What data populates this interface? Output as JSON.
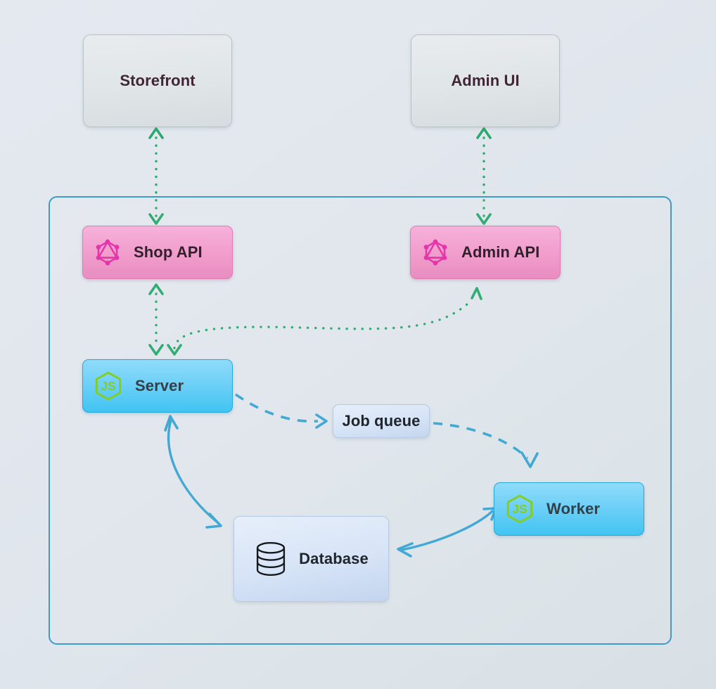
{
  "diagram": {
    "title": "Vendure architecture diagram",
    "background_color": "#e3e8ee",
    "container": {
      "name": "vendure-server-container",
      "border_color": "#3b9bc9"
    },
    "nodes": [
      {
        "id": "storefront",
        "label": "Storefront",
        "kind": "client",
        "icon": "none"
      },
      {
        "id": "adminui",
        "label": "Admin UI",
        "kind": "client",
        "icon": "none"
      },
      {
        "id": "shopapi",
        "label": "Shop API",
        "kind": "api",
        "icon": "graphql-icon"
      },
      {
        "id": "adminapi",
        "label": "Admin API",
        "kind": "api",
        "icon": "graphql-icon"
      },
      {
        "id": "server",
        "label": "Server",
        "kind": "service",
        "icon": "nodejs-icon"
      },
      {
        "id": "worker",
        "label": "Worker",
        "kind": "service",
        "icon": "nodejs-icon"
      },
      {
        "id": "jobqueue",
        "label": "Job queue",
        "kind": "data",
        "icon": "none"
      },
      {
        "id": "database",
        "label": "Database",
        "kind": "data",
        "icon": "database-cylinder-icon"
      }
    ],
    "edges": [
      {
        "id": "storefront-shopapi",
        "from": "Storefront",
        "to": "Shop API",
        "style": "dotted",
        "color": "#2aa96e",
        "direction": "bidirectional"
      },
      {
        "id": "adminui-adminapi",
        "from": "Admin UI",
        "to": "Admin API",
        "style": "dotted",
        "color": "#2aa96e",
        "direction": "bidirectional"
      },
      {
        "id": "shopapi-server",
        "from": "Shop API",
        "to": "Server",
        "style": "dotted",
        "color": "#2aa96e",
        "direction": "bidirectional"
      },
      {
        "id": "server-adminapi",
        "from": "Server",
        "to": "Admin API",
        "style": "dotted",
        "color": "#2aa96e",
        "direction": "bidirectional"
      },
      {
        "id": "server-jobqueue",
        "from": "Server",
        "to": "Job queue",
        "style": "dashed",
        "color": "#2f9fd0",
        "direction": "forward"
      },
      {
        "id": "jobqueue-worker",
        "from": "Job queue",
        "to": "Worker",
        "style": "dashed",
        "color": "#2f9fd0",
        "direction": "forward"
      },
      {
        "id": "server-database",
        "from": "Server",
        "to": "Database",
        "style": "solid",
        "color": "#2f9fd0",
        "direction": "bidirectional"
      },
      {
        "id": "database-worker",
        "from": "Database",
        "to": "Worker",
        "style": "solid",
        "color": "#2f9fd0",
        "direction": "bidirectional"
      }
    ],
    "colors": {
      "graphql_icon": "#e535ab",
      "nodejs_icon": "#83cd29",
      "api_fill": "#f2a0ce",
      "service_fill": "#6fd0f7",
      "data_fill": "#d7e4f7",
      "client_fill": "#e0e5e8",
      "edge_green": "#2aa96e",
      "edge_blue": "#2f9fd0"
    }
  }
}
